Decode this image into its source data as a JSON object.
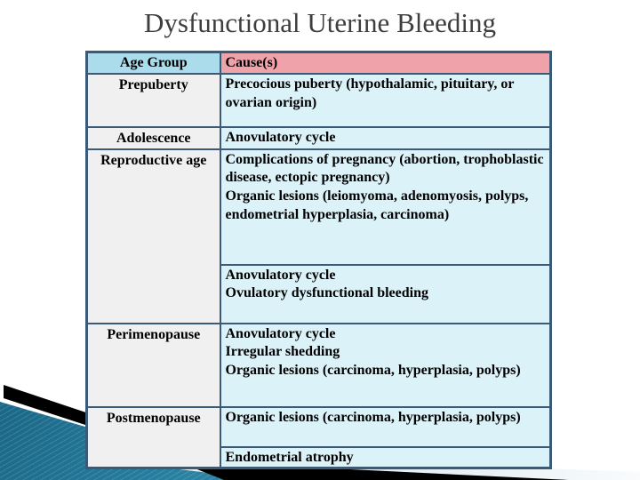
{
  "slide": {
    "title": "Dysfunctional Uterine Bleeding"
  },
  "table": {
    "columns": [
      {
        "label": "Age Group"
      },
      {
        "label": "Cause(s)"
      }
    ],
    "rows": [
      {
        "age_group": "Prepuberty",
        "causes": [
          "Precocious puberty (hypothalamic, pituitary, or ovarian origin)"
        ]
      },
      {
        "age_group": "Adolescence",
        "causes": [
          "Anovulatory cycle"
        ]
      },
      {
        "age_group": "Reproductive age",
        "age_group_rowspan": 2,
        "causes": [
          "Complications of pregnancy (abortion, trophoblastic disease, ectopic pregnancy)",
          "Organic lesions (leiomyoma, adenomyosis, polyps, endometrial hyperplasia, carcinoma)"
        ]
      },
      {
        "causes": [
          "Anovulatory cycle",
          "Ovulatory dysfunctional bleeding"
        ]
      },
      {
        "age_group": "Perimenopause",
        "causes": [
          "Anovulatory cycle",
          "Irregular shedding",
          "Organic lesions (carcinoma, hyperplasia, polyps)"
        ]
      },
      {
        "age_group": "Postmenopause",
        "age_group_rowspan": 2,
        "causes": [
          "Organic lesions (carcinoma, hyperplasia, polyps)"
        ]
      },
      {
        "causes": [
          "Endometrial atrophy"
        ]
      }
    ]
  },
  "colors": {
    "age_header_bg": "#aadcec",
    "cause_header_bg": "#f0a2ab",
    "age_cell_bg": "#f0f0f0",
    "cause_cell_bg": "#dcf2f9",
    "table_border": "#3a5a78",
    "title_text": "#3e3e3e",
    "accent_teal_dark": "#0b4e6d",
    "accent_teal_light": "#67bcd4",
    "accent_black": "#000000",
    "accent_pale_blue": "#cfe0ec"
  }
}
